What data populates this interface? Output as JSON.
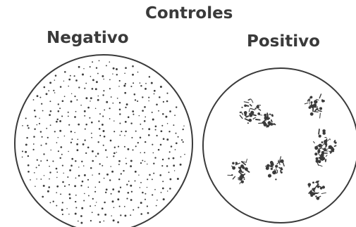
{
  "title": "Controles",
  "negative_label": "Negativo",
  "positive_label": "Positivo",
  "colors": {
    "ink": "#3a3a3a",
    "background": "#ffffff"
  }
}
